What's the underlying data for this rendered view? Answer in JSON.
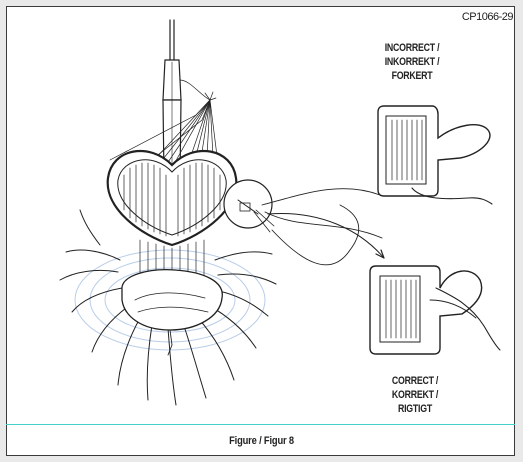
{
  "figure": {
    "code": "CP1066-29",
    "incorrect_lines": [
      "INCORRECT /",
      "INKORREKT /",
      "FORKERT"
    ],
    "correct_lines": [
      "CORRECT /",
      "KORREKT /",
      "RIGTIGT"
    ],
    "caption": "Figure / Figur 8"
  },
  "colors": {
    "line": "#222222",
    "frame": "#3a3a3a",
    "caption_rule": "#43d1c9",
    "halo": "#b9cde8"
  }
}
